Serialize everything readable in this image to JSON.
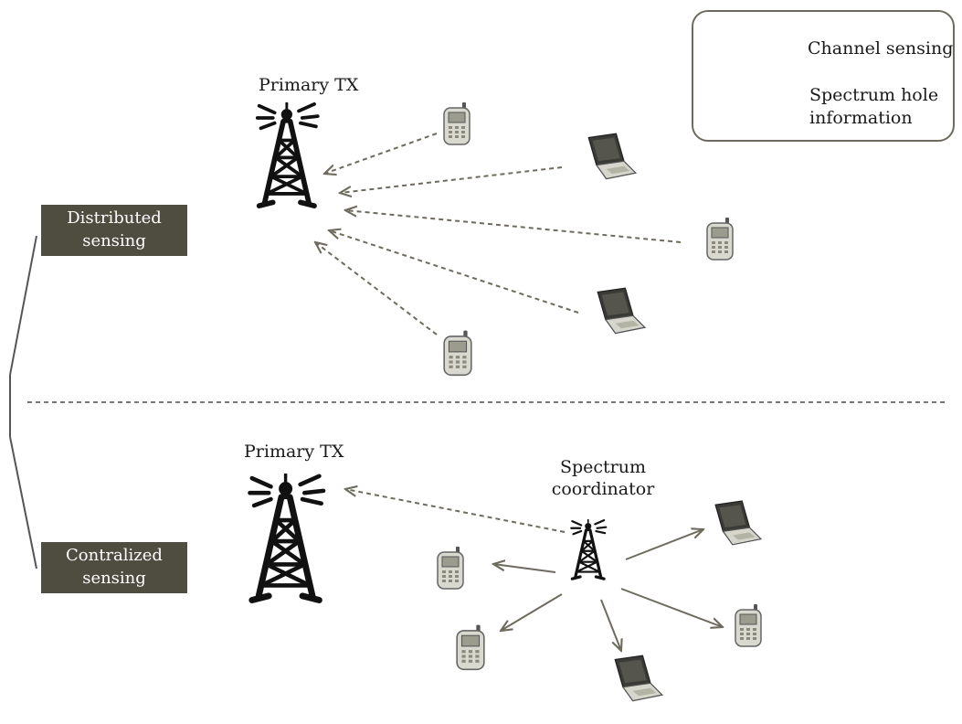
{
  "legend": {
    "channel_sensing": "Channel sensing",
    "spectrum_hole_line1": "Spectrum hole",
    "spectrum_hole_line2": "information"
  },
  "distributed": {
    "label_line1": "Distributed",
    "label_line2": "sensing",
    "primary_tx": "Primary TX"
  },
  "centralized": {
    "label_line1": "Contralized",
    "label_line2": "sensing",
    "primary_tx": "Primary TX",
    "coordinator_line1": "Spectrum",
    "coordinator_line2": "coordinator"
  },
  "colors": {
    "box": "#4f4c40",
    "arrow": "#6e6b5e",
    "tower": "#111111",
    "device": "#7a7a6a"
  },
  "icons": [
    "tower-icon",
    "phone-icon",
    "laptop-icon"
  ]
}
